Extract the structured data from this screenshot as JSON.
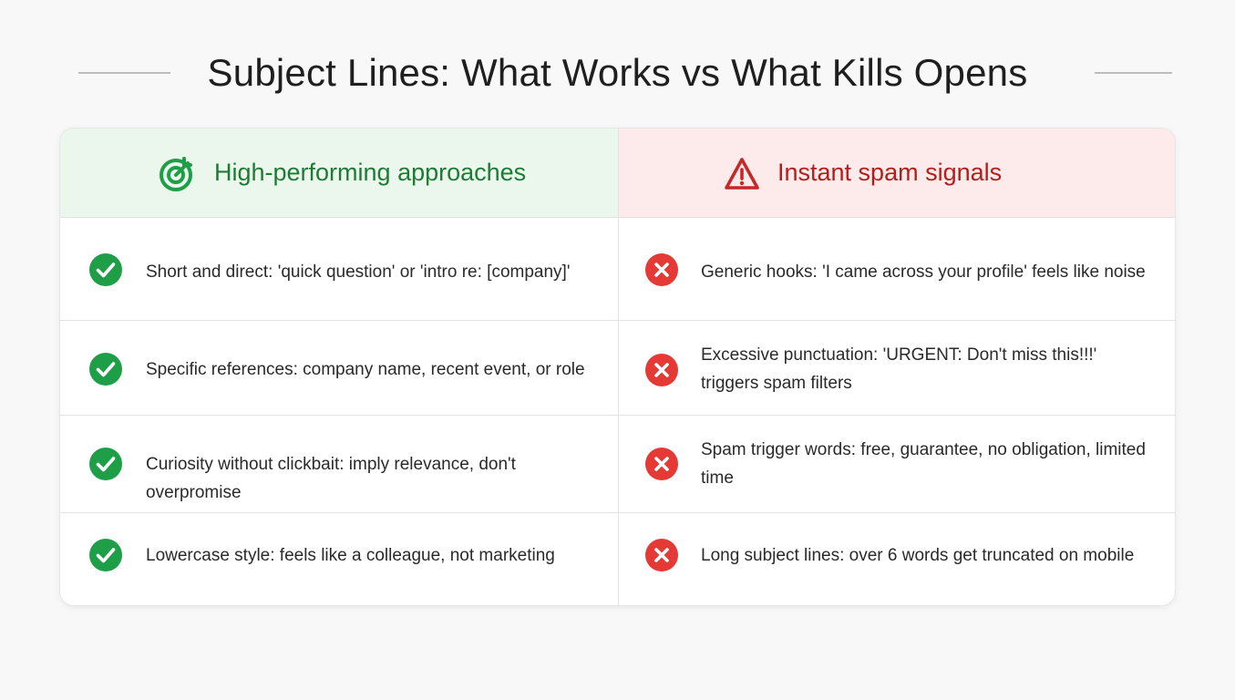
{
  "title": "Subject Lines: What Works vs What Kills Opens",
  "colors": {
    "good": "#1e9e47",
    "good_text": "#1e7b34",
    "good_bg": "#ebf7ec",
    "bad": "#e53935",
    "bad_text": "#b71c1c",
    "bad_bg": "#fdeaea"
  },
  "left_column": {
    "icon": "target-arrow-icon",
    "heading": "High-performing approaches",
    "items": [
      {
        "icon": "check-circle-icon",
        "text": "Short and direct: 'quick question' or 'intro re: [company]'"
      },
      {
        "icon": "check-circle-icon",
        "text": "Specific references: company name, recent event, or role"
      },
      {
        "icon": "check-circle-icon",
        "text": "Curiosity without clickbait: imply relevance, don't overpromise"
      },
      {
        "icon": "check-circle-icon",
        "text": "Lowercase style: feels like a colleague, not marketing"
      }
    ]
  },
  "right_column": {
    "icon": "warning-triangle-icon",
    "heading": "Instant spam signals",
    "items": [
      {
        "icon": "x-circle-icon",
        "text": "Generic hooks: 'I came across your profile' feels like noise"
      },
      {
        "icon": "x-circle-icon",
        "text": "Excessive punctuation: 'URGENT: Don't miss this!!!' triggers spam filters"
      },
      {
        "icon": "x-circle-icon",
        "text": "Spam trigger words: free, guarantee, no obligation, limited time"
      },
      {
        "icon": "x-circle-icon",
        "text": "Long subject lines: over 6 words get truncated on mobile"
      }
    ]
  }
}
